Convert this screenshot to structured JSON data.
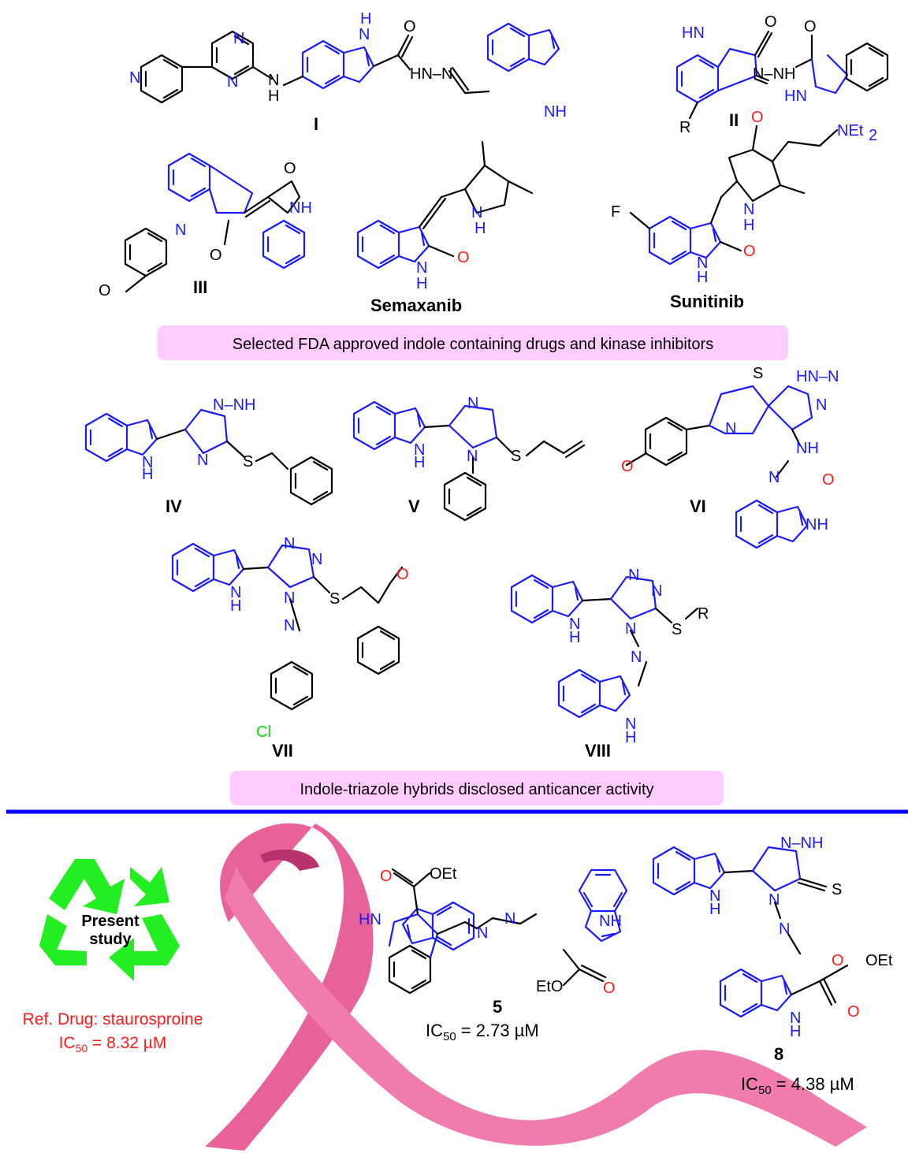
{
  "banners": {
    "fda": "Selected FDA approved indole containing drugs and kinase inhibitors",
    "hybrids": "Indole-triazole hybrids disclosed anticancer activity"
  },
  "compound_labels": {
    "I": "I",
    "II": "II",
    "III": "III",
    "semaxanib": "Semaxanib",
    "sunitinib": "Sunitinib",
    "IV": "IV",
    "V": "V",
    "VI": "VI",
    "VII": "VII",
    "VIII": "VIII",
    "c5": "5",
    "c8": "8"
  },
  "atoms": {
    "N": "N",
    "H": "H",
    "NH": "NH",
    "HN": "HN",
    "O": "O",
    "S": "S",
    "R": "R",
    "F": "F",
    "Cl": "Cl",
    "OEt": "OEt",
    "EtO": "EtO",
    "NEt2": "NEt",
    "sub2": "2",
    "HNN": "HN–N",
    "NNH": "N–NH"
  },
  "present_study": {
    "line1": "Present",
    "line2": "study"
  },
  "reference": {
    "line1": "Ref. Drug: staurosproine",
    "ic50": "IC50 = 8.32 µM",
    "ic_prefix": "IC",
    "ic_sub": "50",
    "ic_value": " = 8.32 µM"
  },
  "results": {
    "c5": {
      "ic_prefix": "IC",
      "ic_sub": "50",
      "ic_value": " = 2.73 µM"
    },
    "c8": {
      "ic_prefix": "IC",
      "ic_sub": "50",
      "ic_value": " = 4.38 µM"
    }
  },
  "colors": {
    "nitrogen": "#1a1aff",
    "oxygen": "#ff1a1a",
    "chlorine": "#00dd00",
    "banner": "#ffccff",
    "divider": "#0000ff",
    "ribbon": "#e8629a",
    "recycle": "#22ee22"
  },
  "icons": {
    "ribbon": "awareness-ribbon-icon",
    "recycle": "recycle-icon"
  }
}
